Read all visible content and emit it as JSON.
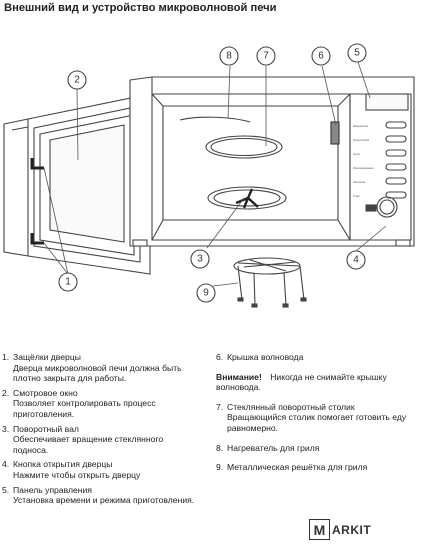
{
  "title": "Внешний вид и устройство микроволновой печи",
  "callouts": [
    "1",
    "2",
    "3",
    "4",
    "5",
    "6",
    "7",
    "8",
    "9"
  ],
  "panel_buttons": [
    "Микроволны",
    "Гриль+Комби",
    "Гриль",
    "Размораживание",
    "Автоменю",
    "Старт"
  ],
  "left_items": [
    {
      "num": "1.",
      "head": "Защёлки дверцы",
      "desc": "Дверца микроволновой печи должна быть плотно закрыта для работы."
    },
    {
      "num": "2.",
      "head": "Смотровое окно",
      "desc": "Позволяет контролировать процесс приготовления."
    },
    {
      "num": "3.",
      "head": "Поворотный вал",
      "desc": "Обеспечивает вращение стеклянного подноса."
    },
    {
      "num": "4.",
      "head": "Кнопка открытия дверцы",
      "desc": "Нажмите чтобы открыть дверцу"
    },
    {
      "num": "5.",
      "head": "Панель управления",
      "desc": "Установка времени и режима приготовления."
    }
  ],
  "right_items": [
    {
      "num": "6.",
      "head": "Крышка волновода",
      "desc": ""
    },
    {
      "num": "",
      "warn_label": "Внимание!",
      "warn_text": "Никогда не снимайте крышку волновода."
    },
    {
      "num": "7.",
      "head": "Стеклянный поворотный столик",
      "desc": "Вращающийся столик помогает готовить еду равномерно."
    },
    {
      "num": "8.",
      "head": "Нагреватель для гриля",
      "desc": ""
    },
    {
      "num": "9.",
      "head": "Металлическая решётка для гриля",
      "desc": ""
    }
  ],
  "logo": {
    "letter": "M",
    "text": "ARKIT",
    "accent": "#c0392b"
  }
}
